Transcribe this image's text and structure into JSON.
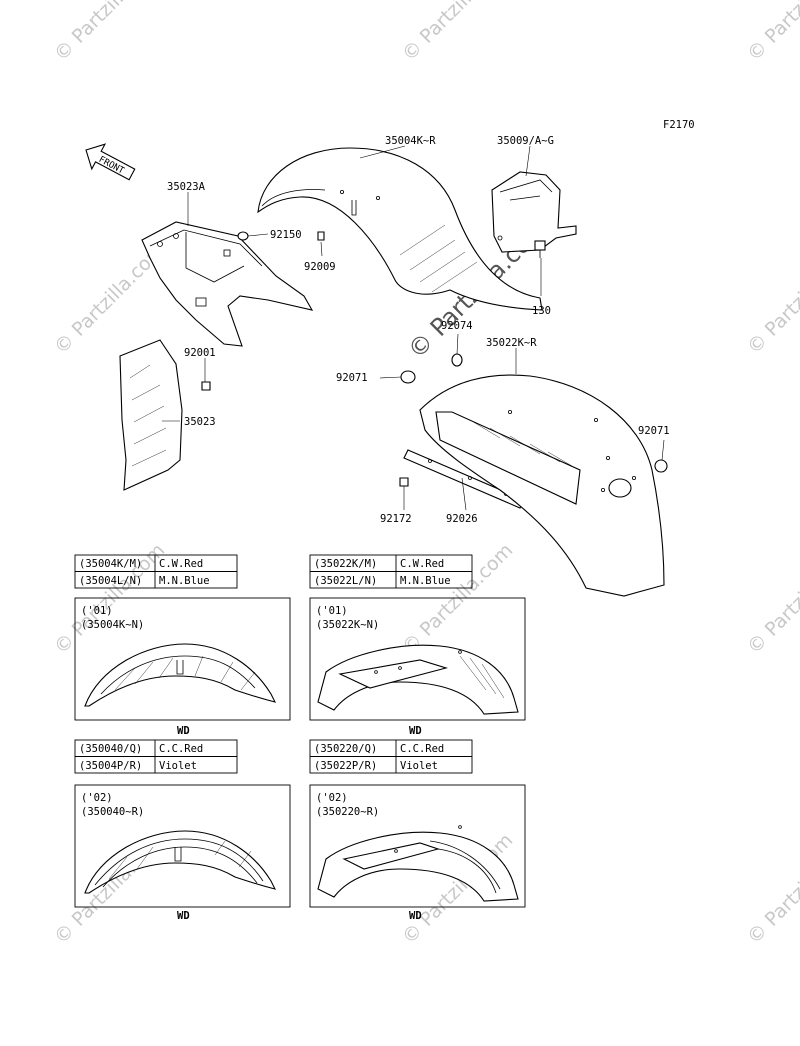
{
  "figure_code": "F2170",
  "front_arrow_label": "FRONT",
  "watermark": "© Partzilla.com",
  "callouts": {
    "c35004KR": "35004K~R",
    "c35009": "35009/A~G",
    "c35023A": "35023A",
    "c92150": "92150",
    "c92009": "92009",
    "c130": "130",
    "c92074": "92074",
    "c35022KR": "35022K~R",
    "c92001": "92001",
    "c92071a": "92071",
    "c92071b": "92071",
    "c35023": "35023",
    "c92172": "92172",
    "c92026": "92026"
  },
  "color_tables": [
    {
      "rows": [
        {
          "part": "(35004K/M)",
          "color": "C.W.Red"
        },
        {
          "part": "(35004L/N)",
          "color": "M.N.Blue"
        }
      ]
    },
    {
      "rows": [
        {
          "part": "(35022K/M)",
          "color": "C.W.Red"
        },
        {
          "part": "(35022L/N)",
          "color": "M.N.Blue"
        }
      ]
    },
    {
      "rows": [
        {
          "part": "(350040/Q)",
          "color": "C.C.Red"
        },
        {
          "part": "(35004P/R)",
          "color": "Violet"
        }
      ]
    },
    {
      "rows": [
        {
          "part": "(350220/Q)",
          "color": "C.C.Red"
        },
        {
          "part": "(35022P/R)",
          "color": "Violet"
        }
      ]
    }
  ],
  "detail_panels": [
    {
      "year": "('01)",
      "part": "(35004K~N)",
      "caption": "WD"
    },
    {
      "year": "('01)",
      "part": "(35022K~N)",
      "caption": "WD"
    },
    {
      "year": "('02)",
      "part": "(350040~R)",
      "caption": "WD"
    },
    {
      "year": "('02)",
      "part": "(350220~R)",
      "caption": "WD"
    }
  ]
}
